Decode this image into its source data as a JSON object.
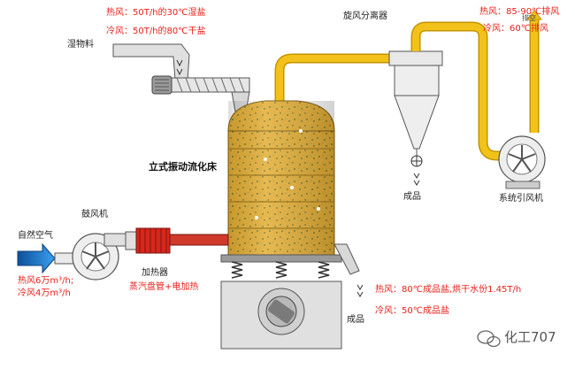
{
  "colors": {
    "annotation": "#e8201a",
    "tower_fill": "#e8b43a",
    "duct_yellow": "#f2c21a",
    "heater_red": "#d9261c",
    "air_blue": "#1a73c8",
    "machine_gray": "#d9d9d9"
  },
  "labels": {
    "hot_feed": "热风：50T/h的30℃湿盐",
    "cold_feed": "冷风：50T/h的80℃干盐",
    "wet_material": "湿物料",
    "cyclone": "旋风分离器",
    "hot_exhaust": "热风：85-90℃排风",
    "cold_exhaust": "冷风：60℃排风",
    "vent": "排空",
    "tower_title": "立式振动流化床",
    "blower": "鼓风机",
    "natural_air": "自然空气",
    "air_volume_hot": "热风6万m³/h;",
    "air_volume_cold": "冷风4万m³/h",
    "heater": "加热器",
    "heater_type": "蒸汽盘管+电加热",
    "product_cyclone": "成品",
    "induced_fan": "系统引风机",
    "hot_product": "热风：80℃成品盐,烘干水份1.45T/h",
    "cold_product": "冷风：50℃成品盐",
    "product_bottom": "成品",
    "watermark": "化工707"
  },
  "icons": [
    "screw-feeder-motor-icon",
    "cyclone-icon",
    "induced-fan-icon",
    "blower-fan-icon",
    "heater-icon",
    "vibration-spring-icon",
    "wechat-icon"
  ]
}
